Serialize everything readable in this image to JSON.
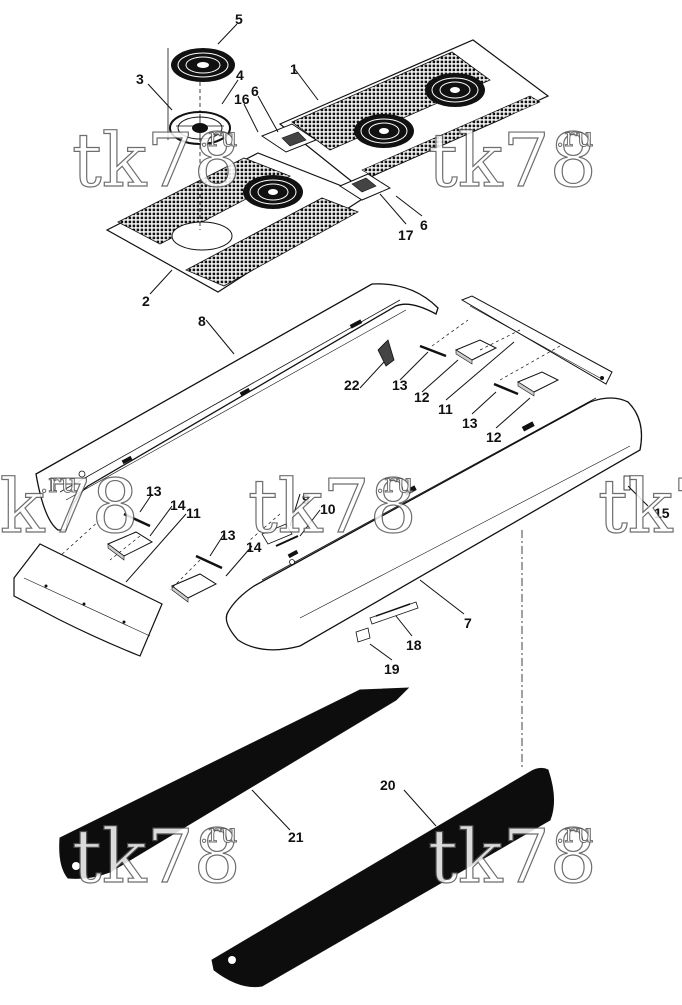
{
  "diagram": {
    "callouts": [
      {
        "id": "c1",
        "text": "1"
      },
      {
        "id": "c2",
        "text": "2"
      },
      {
        "id": "c3",
        "text": "3"
      },
      {
        "id": "c4",
        "text": "4"
      },
      {
        "id": "c5",
        "text": "5"
      },
      {
        "id": "c6a",
        "text": "6"
      },
      {
        "id": "c6b",
        "text": "6"
      },
      {
        "id": "c7",
        "text": "7"
      },
      {
        "id": "c8",
        "text": "8"
      },
      {
        "id": "c9",
        "text": "9"
      },
      {
        "id": "c10",
        "text": "10"
      },
      {
        "id": "c11a",
        "text": "11"
      },
      {
        "id": "c11b",
        "text": "11"
      },
      {
        "id": "c12a",
        "text": "12"
      },
      {
        "id": "c12b",
        "text": "12"
      },
      {
        "id": "c13a",
        "text": "13"
      },
      {
        "id": "c13b",
        "text": "13"
      },
      {
        "id": "c13c",
        "text": "13"
      },
      {
        "id": "c13d",
        "text": "13"
      },
      {
        "id": "c14a",
        "text": "14"
      },
      {
        "id": "c14b",
        "text": "14"
      },
      {
        "id": "c15",
        "text": "15"
      },
      {
        "id": "c16",
        "text": "16"
      },
      {
        "id": "c17",
        "text": "17"
      },
      {
        "id": "c18",
        "text": "18"
      },
      {
        "id": "c19",
        "text": "19"
      },
      {
        "id": "c20",
        "text": "20"
      },
      {
        "id": "c21",
        "text": "21"
      },
      {
        "id": "c22",
        "text": "22"
      }
    ],
    "watermark": {
      "main": "tk78",
      "sup": ".ru"
    }
  },
  "colors": {
    "line": "#111111",
    "fill": "#ffffff",
    "dark": "#0d0d0d",
    "watermark_stroke": "#555555"
  }
}
